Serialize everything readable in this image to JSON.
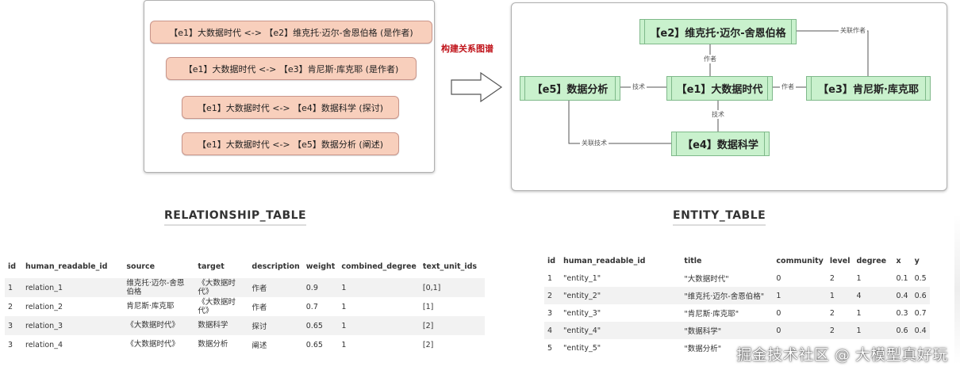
{
  "relations": [
    {
      "text": "【e1】大数据时代 <-> 【e2】维克托·迈尔-舍恩伯格 (是作者)"
    },
    {
      "text": "【e1】大数据时代 <-> 【e3】肯尼斯·库克耶 (是作者)"
    },
    {
      "text": "【e1】大数据时代 <-> 【e4】数据科学 (探讨)"
    },
    {
      "text": "【e1】大数据时代 <-> 【e5】数据分析 (阐述)"
    }
  ],
  "build_label": "构建关系图谱",
  "graph": {
    "entities": {
      "e1": "【e1】大数据时代",
      "e2": "【e2】维克托·迈尔-舍恩伯格",
      "e3": "【e3】肯尼斯·库克耶",
      "e4": "【e4】数据科学",
      "e5": "【e5】数据分析"
    },
    "edge_labels": {
      "e2_e1": "作者",
      "e1_e3": "作者",
      "e5_e1": "技术",
      "e1_e4": "技术",
      "e2_e3": "关联作者",
      "e5_e4": "关联技术"
    }
  },
  "relationship_table": {
    "title": "RELATIONSHIP_TABLE",
    "columns": [
      "id",
      "human_readable_id",
      "source",
      "target",
      "description",
      "weight",
      "combined_degree",
      "text_unit_ids"
    ],
    "rows": [
      [
        "1",
        "relation_1",
        "维克托·迈尔-舍恩伯格",
        "《大数据时代》",
        "作者",
        "0.9",
        "1",
        "[0,1]"
      ],
      [
        "2",
        "relation_2",
        "肯尼斯·库克耶",
        "《大数据时代》",
        "作者",
        "0.7",
        "1",
        "[1]"
      ],
      [
        "3",
        "relation_3",
        "《大数据时代》",
        "数据科学",
        "探讨",
        "0.65",
        "1",
        "[2]"
      ],
      [
        "3",
        "relation_4",
        "《大数据时代》",
        "数据分析",
        "阐述",
        "0.65",
        "1",
        "[2]"
      ]
    ]
  },
  "entity_table": {
    "title": "ENTITY_TABLE",
    "columns": [
      "id",
      "human_readable_id",
      "title",
      "community",
      "level",
      "degree",
      "x",
      "y"
    ],
    "rows": [
      [
        "1",
        "\"entity_1\"",
        "\"大数据时代\"",
        "0",
        "2",
        "1",
        "0.1",
        "0.5"
      ],
      [
        "2",
        "\"entity_2\"",
        "\"维克托·迈尔-舍恩伯格\"",
        "1",
        "1",
        "4",
        "0.4",
        "0.6"
      ],
      [
        "3",
        "\"entity_3\"",
        "\"肯尼斯·库克耶\"",
        "0",
        "2",
        "1",
        "0.3",
        "0.7"
      ],
      [
        "4",
        "\"entity_4\"",
        "\"数据科学\"",
        "0",
        "2",
        "1",
        "0.6",
        "0.4"
      ],
      [
        "5",
        "\"entity_5\"",
        "\"数据分析\"",
        "",
        "",
        "",
        "",
        ""
      ]
    ]
  },
  "watermark": "掘金技术社区 @ 大模型真好玩"
}
